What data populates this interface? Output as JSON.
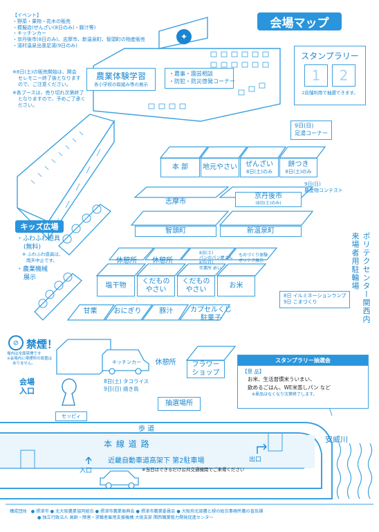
{
  "title": "会場マップ",
  "events": {
    "heading": "【イベント】",
    "items": [
      "・野菜・果物・花木の販売",
      "・模擬店(ぜんざい(8日のみ)・豚汁等)",
      "・キッチンカー",
      "・京丹後市(8日のみ)、志摩市、新温泉町、智頭町の物産販売",
      "・湯村温泉出張足湯(9日のみ)"
    ],
    "notes": [
      "※8日(土)の販売開始は、開会",
      "セレモニー終了後となります",
      "ので、ご注意ください。",
      "※各ブースは、売り切れ次第終了",
      "となりますので、予めご了承く",
      "ださい。"
    ]
  },
  "stamp_rally": {
    "title": "スタンプラリー",
    "slot1": "1",
    "slot2": "2",
    "note": "2店舗利用で抽選できます。"
  },
  "building": {
    "left_title": "農業体験学習",
    "left_sub": "各小学校の取組み等の展示",
    "right_line1": "・農事・園芸相談",
    "right_line2": "・防犯・防災啓発コーナー"
  },
  "ashiyu": {
    "line1": "9日(日)",
    "line2": "足湯コーナー"
  },
  "row1": [
    {
      "label": "本 部",
      "sub": ""
    },
    {
      "label": "地元やさい",
      "sub": ""
    },
    {
      "label": "ぜんざい",
      "sub": "8日(土)のみ"
    },
    {
      "label": "餅つき",
      "sub": "8日(土)のみ"
    }
  ],
  "contest": {
    "line1": "9日(日)",
    "line2": "農産物コンテスト"
  },
  "row2": [
    {
      "label": "志摩市",
      "sub": ""
    },
    {
      "label": "京丹後市",
      "sub": "(8日(土)のみ)"
    },
    {
      "label": "智頭町",
      "sub": ""
    },
    {
      "label": "新温泉町",
      "sub": ""
    }
  ],
  "kids": {
    "title": "キッズ広場",
    "item1": "・ふわふわ遊具",
    "item1_sub": "(無料)",
    "note1": "※ ふわふわ遊具は、",
    "note2": "雨天中止です。",
    "item2": "・農業機械",
    "item2_sub": "展示"
  },
  "row3": [
    {
      "label": "休憩所",
      "sub": ""
    },
    {
      "label": "休憩所",
      "sub": ""
    }
  ],
  "sat_note": {
    "line1": "8日(土)",
    "line2": "パンのパン屋さん",
    "line3": "8日(日)",
    "line4": "作業所 めい"
  },
  "monozukuri": {
    "line1": "ものづくり体験",
    "line2": "ポリテク展示"
  },
  "row4": [
    {
      "label": "塩干物",
      "sub": ""
    },
    {
      "label": "くだもの",
      "sub": "やさい"
    },
    {
      "label": "くだもの",
      "sub": "やさい"
    },
    {
      "label": "お米",
      "sub": ""
    }
  ],
  "illumination": {
    "line1": "8日 イルミネーションランプ",
    "line2": "9日 こまづくり"
  },
  "polytech_parking": "ポリテクセンター関西内 来場者用駐輪場",
  "row5": [
    {
      "label": "甘栗"
    },
    {
      "label": "おにぎり"
    },
    {
      "label": "豚汁"
    }
  ],
  "capsule": {
    "line1": "カプセルくじ",
    "line2": "駐菓子"
  },
  "kitchen_car": "キッチンカー",
  "rest_area": "休憩所",
  "flower_shop": {
    "line1": "フラワー",
    "line2": "ショップ"
  },
  "smoking": {
    "title": "禁煙！",
    "line1": "場内は全面禁煙です",
    "line2": "※会場内に喫煙所の設置は",
    "line3": "ありません。"
  },
  "venue_entrance": {
    "line1": "会場",
    "line2": "入口"
  },
  "kitchen_dates": {
    "line1": "8日(土) タコライス",
    "line2": "9日(日) 焼き鳥"
  },
  "lottery": {
    "title": "スタンプラリー抽選会",
    "prize_heading": "【景 品】",
    "line1": "お米、生活習慣米ういまい、",
    "line2": "飲めるごはん、WE米蒸しパン など",
    "note": "※景品はなくなり次第終了します。"
  },
  "lottery_place": "抽選場所",
  "mascot_label": "セッピィ",
  "sidewalk": "歩 道",
  "main_road": "本 線 道 路",
  "parking_name": "近畿自動車道高架下 第2駐車場",
  "entrance_label": "入口",
  "exit_label": "出口",
  "parking_note": "※当日はできるだけ公共交通機関でご来場ください",
  "river": "安威川",
  "organizers": {
    "label": "構成団体",
    "line1": "● 摂津市  ● 北大阪農業協同組合  ● 摂津市農業振興会  ● 摂津市農業委員会  ● 大阪府北部農と緑の総合事務所農の普及課",
    "line2": "● 独立行政法人 高齢・障害・求職者雇用支援機構 大阪支部 関西職業能力開発促進センター"
  },
  "colors": {
    "accent": "#1a86d0",
    "line": "#3aa0e0",
    "title_bg": "#2a95dc"
  }
}
